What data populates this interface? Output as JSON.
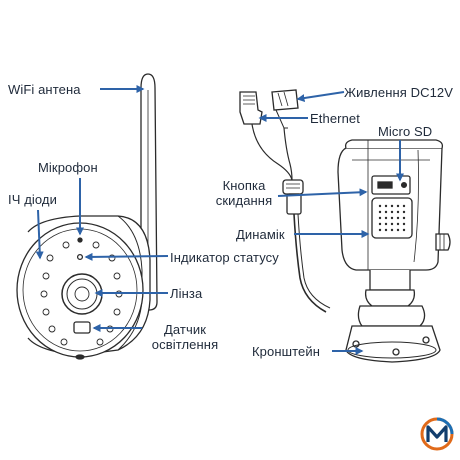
{
  "labels": {
    "wifi_antenna": "WiFi антена",
    "microphone": "Мікрофон",
    "ir_leds": "ІЧ діоди",
    "status_indicator": "Індикатор статусу",
    "lens": "Лінза",
    "light_sensor_line1": "Датчик",
    "light_sensor_line2": "освітлення",
    "power": "Живлення DC12V",
    "ethernet": "Ethernet",
    "micro_sd": "Micro SD",
    "reset_line1": "Кнопка",
    "reset_line2": "скидання",
    "speaker": "Динамік",
    "bracket": "Кронштейн"
  },
  "colors": {
    "arrow": "#2e63a8",
    "outline": "#2b2b2b",
    "text": "#1f2a3a"
  },
  "icons": {
    "brand_logo": "letter-M-logo"
  }
}
